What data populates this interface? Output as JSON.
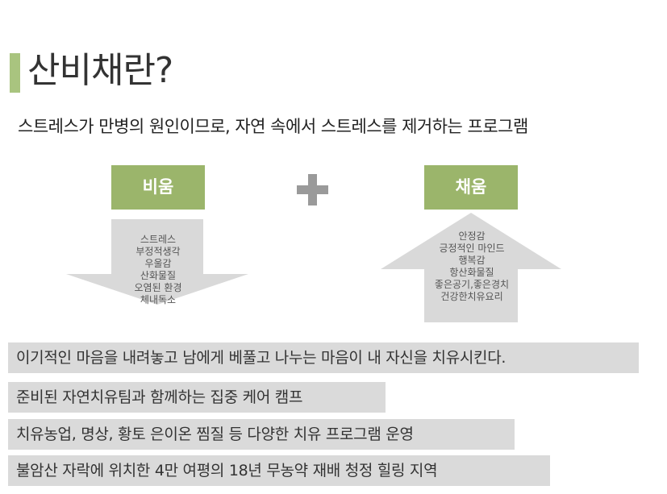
{
  "heading": {
    "title": "산비채란?",
    "subtitle": "스트레스가 만병의 원인이므로, 자연 속에서 스트레스를 제거하는 프로그램"
  },
  "diagram": {
    "left_label": "비움",
    "right_label": "채움",
    "plus_symbol": "+",
    "left_items": [
      "스트레스",
      "부정적생각",
      "우울감",
      "산화물질",
      "오염된 환경",
      "체내독소"
    ],
    "right_items": [
      "안정감",
      "긍정적인 마인드",
      "행복감",
      "항산화물질",
      "좋은공기,좋은경치",
      "건강한치유요리"
    ]
  },
  "features": [
    "이기적인 마음을 내려놓고 남에게 베풀고 나누는 마음이 내 자신을 치유시킨다.",
    "준비된 자연치유팀과 함께하는 집중 케어 캠프",
    "치유농업, 명상, 황토 은이온 찜질 등 다양한 치유 프로그램 운영",
    "불암산 자락에 위치한 4만 여평의 18년 무농약 재배 청정 힐링 지역"
  ],
  "colors": {
    "accent_green": "#9bb56b",
    "title_bar_green": "#a9c47f",
    "arrow_gray": "#d9d9d9",
    "bar_gray": "#dadada",
    "plus_gray": "#9a9a9a"
  }
}
